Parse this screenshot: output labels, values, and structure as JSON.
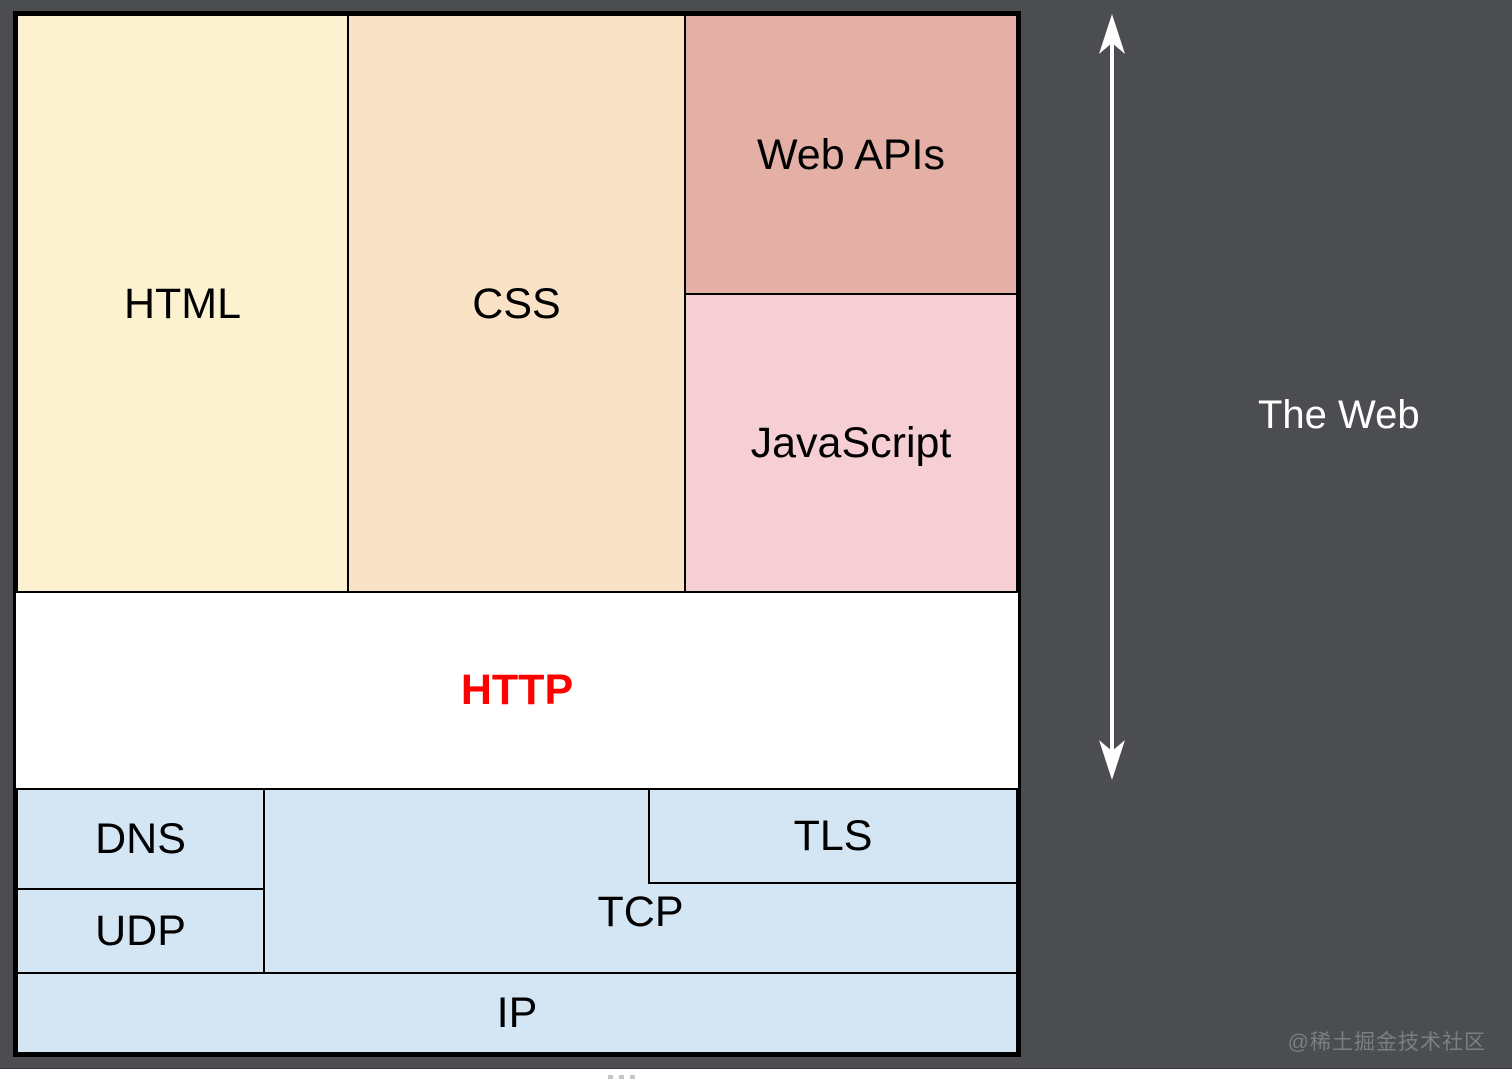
{
  "colors": {
    "panel_background": "#4B4D51",
    "html_fill": "#FDF2D0",
    "css_fill": "#FAE2C6",
    "web_apis_fill": "#E4B0A5",
    "javascript_fill": "#F6CFD4",
    "http_fill": "#FFFFFF",
    "network_fill": "#D4E5F4",
    "http_text": "#FE0000",
    "border": "#000000",
    "arrow": "#FFFFFF",
    "side_label_text": "#FFFFFF"
  },
  "diagram": {
    "html_label": "HTML",
    "css_label": "CSS",
    "web_apis_label": "Web APIs",
    "javascript_label": "JavaScript",
    "http_label": "HTTP",
    "dns_label": "DNS",
    "udp_label": "UDP",
    "tcp_label": "TCP",
    "tls_label": "TLS",
    "ip_label": "IP"
  },
  "annotation": {
    "label": "The Web"
  },
  "page": {
    "watermark": "@稀土掘金技术社区"
  }
}
